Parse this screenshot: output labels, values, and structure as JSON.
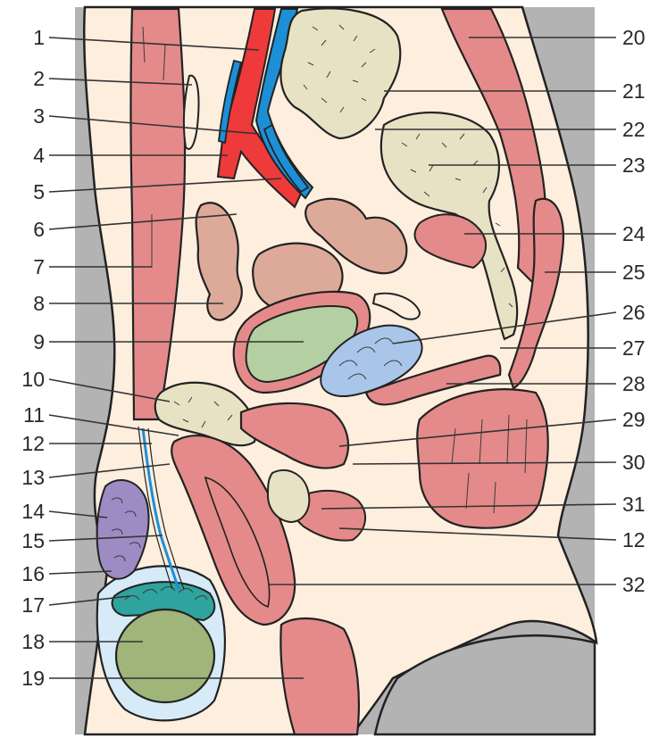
{
  "labels_left": [
    "1",
    "2",
    "3",
    "4",
    "5",
    "6",
    "7",
    "8",
    "9",
    "10",
    "11",
    "12",
    "13",
    "14",
    "15",
    "16",
    "17",
    "18",
    "19"
  ],
  "labels_right": [
    "20",
    "21",
    "22",
    "23",
    "24",
    "25",
    "26",
    "27",
    "28",
    "29",
    "30",
    "31",
    "12",
    "32"
  ],
  "colors": {
    "background": "#ffffff",
    "outer_gray": "#b3b3b3",
    "body_cream": "#fdeede",
    "muscle": "#e58a8a",
    "artery": "#ee3a3a",
    "vein": "#1d8fd6",
    "bone": "#e8e2c4",
    "organ_pink": "#ddaa9a",
    "bladder_green": "#b4cfa1",
    "prostate_blue": "#a9c6ea",
    "testis_green": "#9fb57a",
    "epididymis_teal": "#2fa39d",
    "epididymis_purple": "#9d8cc4",
    "scrotum_blue": "#d6ebf7"
  }
}
